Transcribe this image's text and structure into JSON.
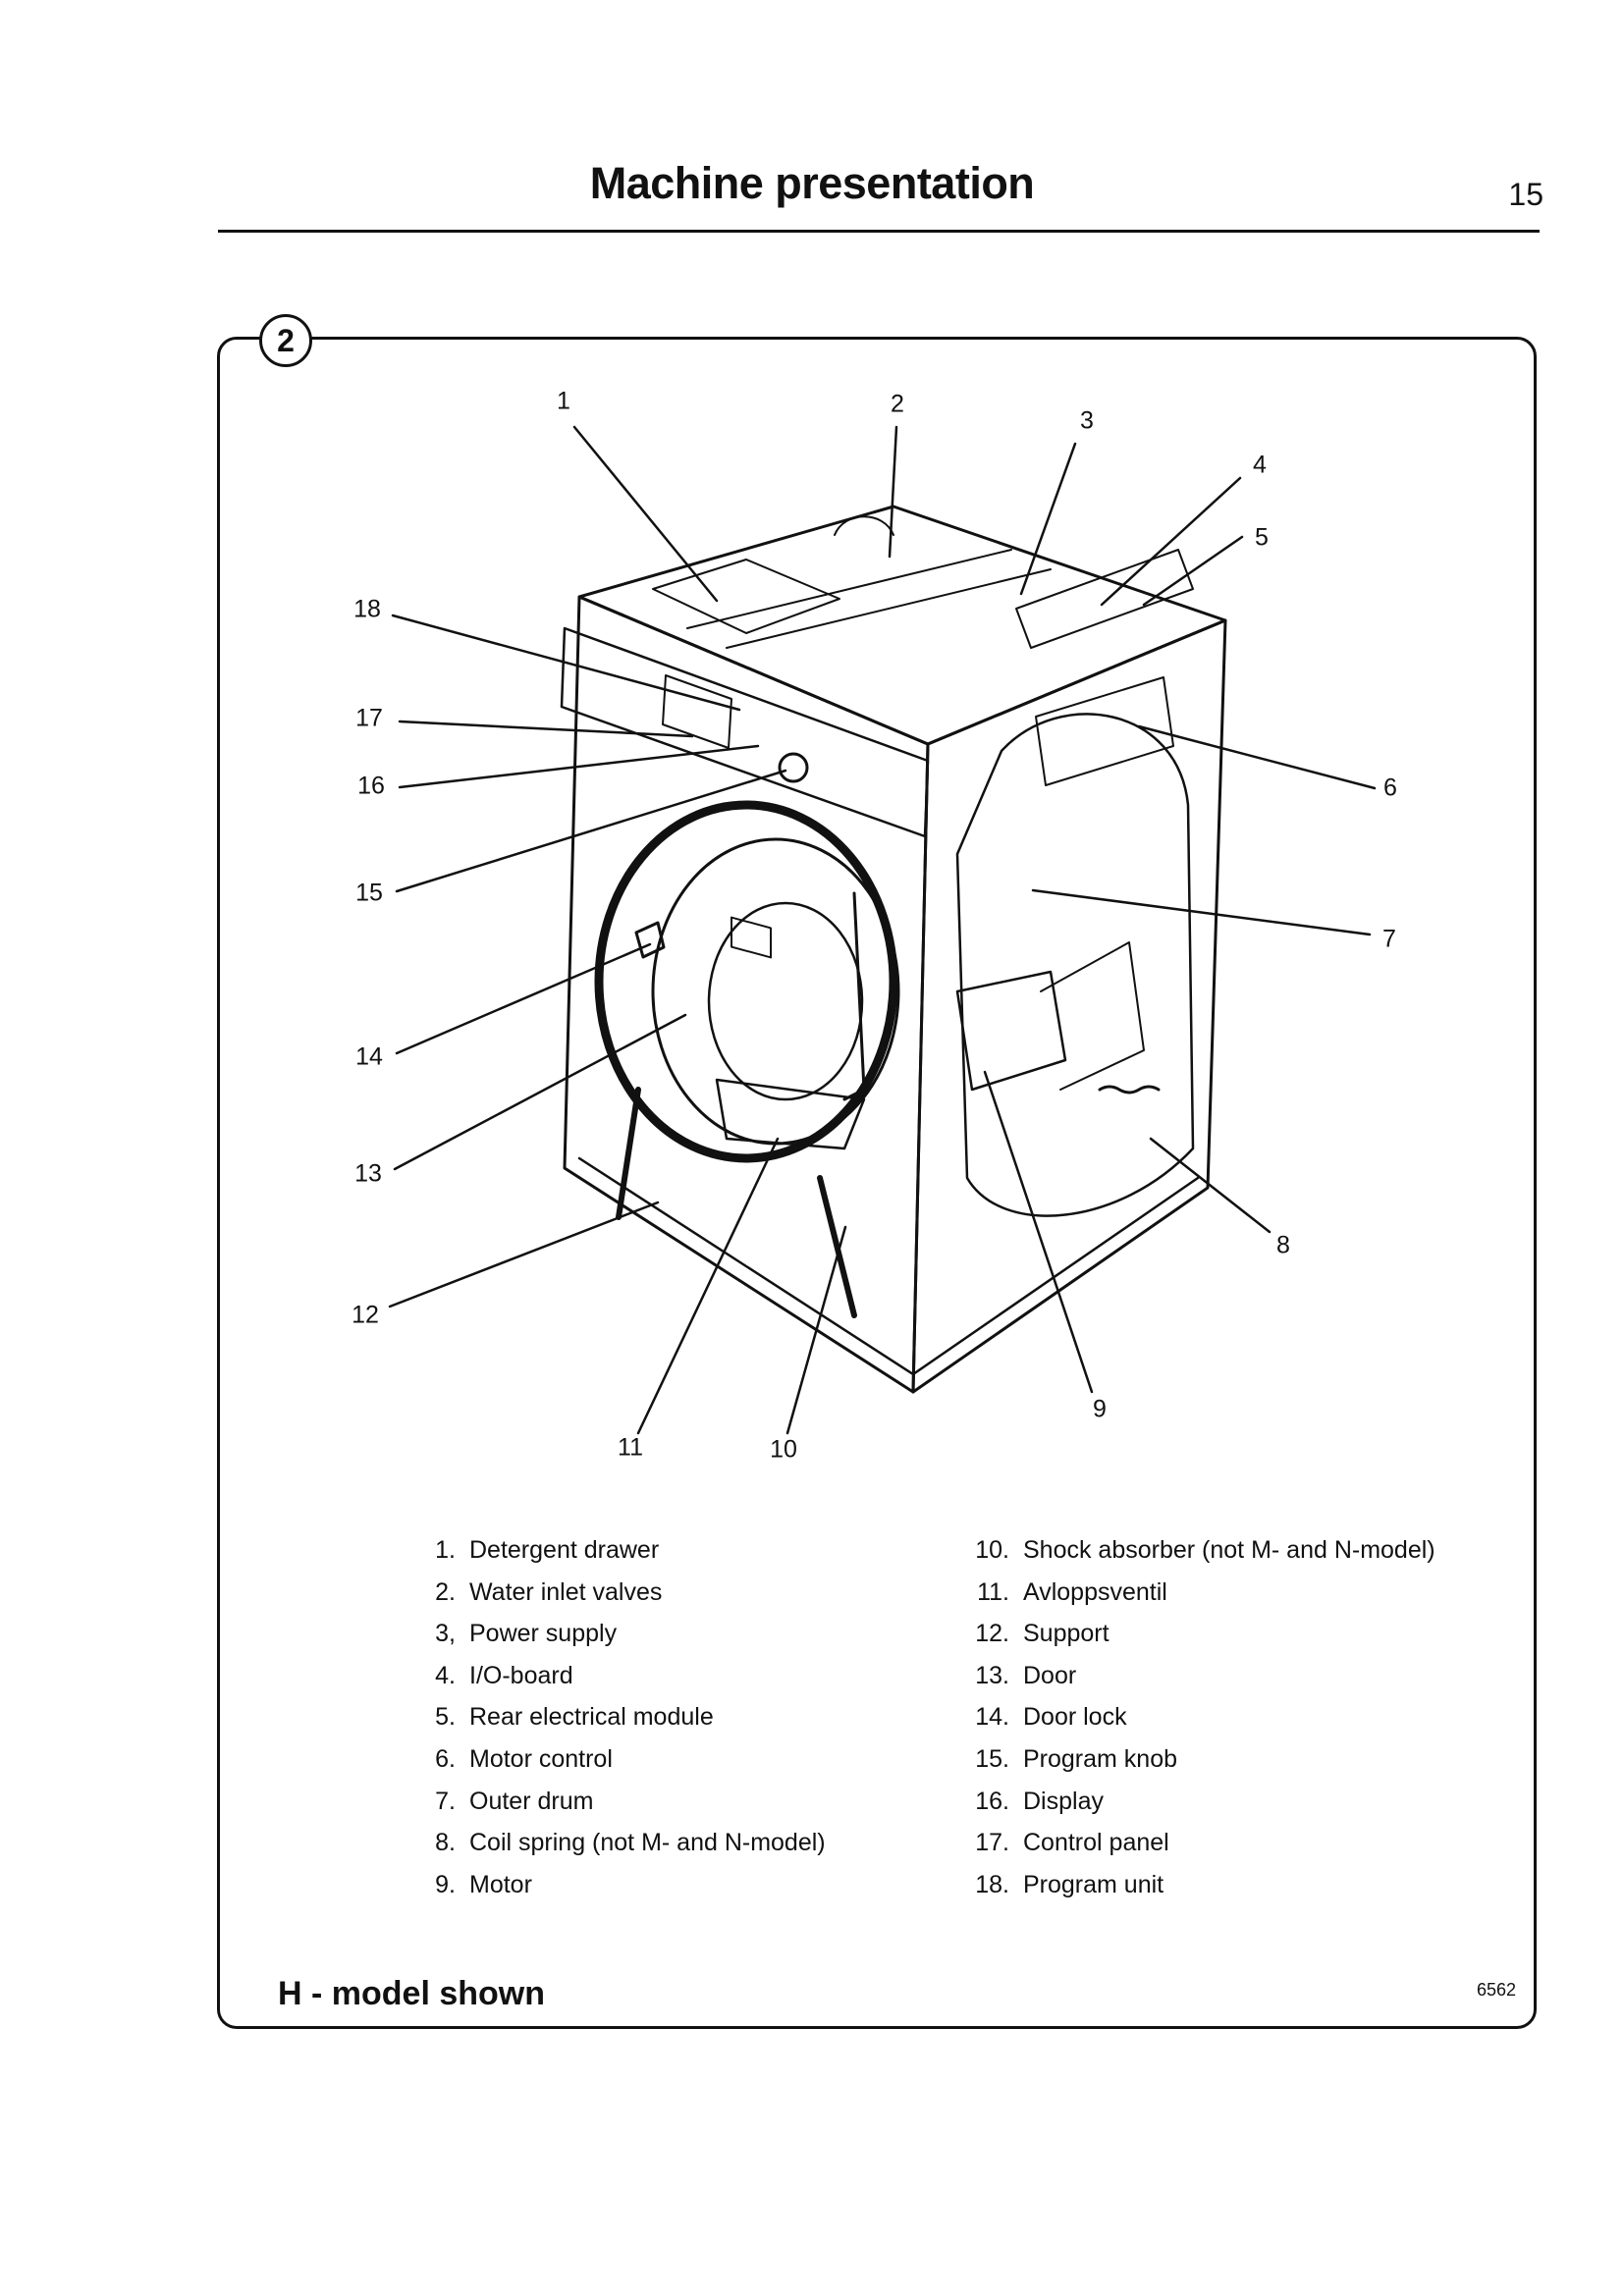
{
  "header": {
    "title": "Machine presentation",
    "page_number": "15"
  },
  "figure": {
    "badge": "2",
    "callouts": [
      "1",
      "2",
      "3",
      "4",
      "5",
      "6",
      "7",
      "8",
      "9",
      "10",
      "11",
      "12",
      "13",
      "14",
      "15",
      "16",
      "17",
      "18"
    ],
    "caption": "H - model shown",
    "code": "6562"
  },
  "legend": {
    "left": [
      {
        "num": "1.",
        "label": "Detergent drawer"
      },
      {
        "num": "2.",
        "label": "Water inlet valves"
      },
      {
        "num": "3,",
        "label": "Power supply"
      },
      {
        "num": "4.",
        "label": "I/O-board"
      },
      {
        "num": "5.",
        "label": "Rear electrical module"
      },
      {
        "num": "6.",
        "label": "Motor control"
      },
      {
        "num": "7.",
        "label": "Outer drum"
      },
      {
        "num": "8.",
        "label": "Coil spring (not M- and N-model)"
      },
      {
        "num": "9.",
        "label": "Motor"
      }
    ],
    "right": [
      {
        "num": "10.",
        "label": "Shock absorber (not M- and N-model)"
      },
      {
        "num": "11.",
        "label": "Avloppsventil"
      },
      {
        "num": "12.",
        "label": "Support"
      },
      {
        "num": "13.",
        "label": "Door"
      },
      {
        "num": "14.",
        "label": "Door lock"
      },
      {
        "num": "15.",
        "label": "Program knob"
      },
      {
        "num": "16.",
        "label": "Display"
      },
      {
        "num": "17.",
        "label": "Control panel"
      },
      {
        "num": "18.",
        "label": "Program unit"
      }
    ]
  }
}
